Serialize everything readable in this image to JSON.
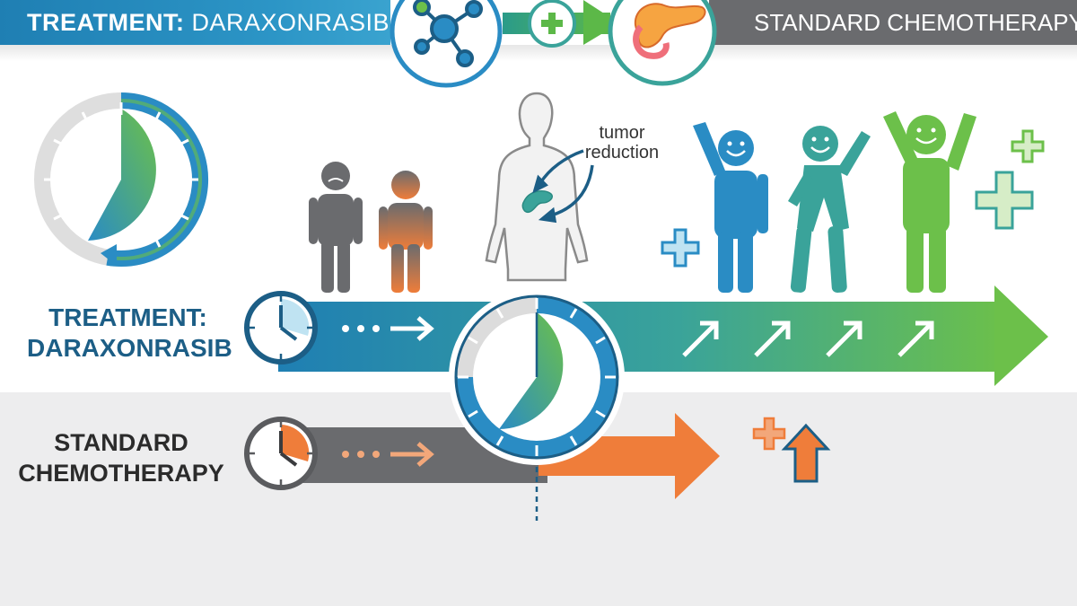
{
  "header": {
    "left_bold": "TREATMENT:",
    "left_rest": " DARAXONRASIB",
    "right": "STANDARD CHEMOTHERAPY"
  },
  "rows": {
    "treatment_label_line1": "TREATMENT:",
    "treatment_label_line2": "DARAXONRASIB",
    "chemo_label_line1": "STANDARD",
    "chemo_label_line2": "CHEMOTHERAPY"
  },
  "annotation": {
    "line1": "tumor",
    "line2": "reduction"
  },
  "colors": {
    "blue": "#2a8cc4",
    "dark_blue": "#1c5e86",
    "green": "#6cc04a",
    "teal": "#3aa39a",
    "orange": "#ef7d3a",
    "gray": "#6a6b6e"
  },
  "icons": [
    "molecule-icon",
    "plus-icon",
    "pancreas-icon",
    "clock-icon",
    "human-body-icon",
    "sad-person-icon",
    "happy-person-icon",
    "up-arrow-icon"
  ]
}
